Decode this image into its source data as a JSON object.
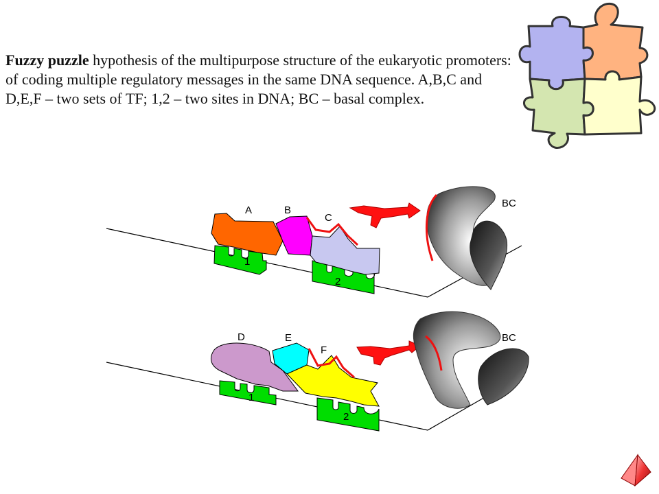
{
  "caption": {
    "bold": "Fuzzy puzzle",
    "rest": " hypothesis of the multipurpose structure of the eukaryotic promoters: of coding multiple regulatory messages in the same DNA sequence. A,B,C and D,E,F – two sets of TF; 1,2 – two sites in DNA; BC – basal complex."
  },
  "top_diagram": {
    "factor_labels": [
      "A",
      "B",
      "C"
    ],
    "site_labels": [
      "1",
      "2"
    ],
    "complex_label": "BC"
  },
  "bottom_diagram": {
    "factor_labels": [
      "D",
      "E",
      "F"
    ],
    "site_labels": [
      "1",
      "2"
    ],
    "complex_label": "BC"
  },
  "colors": {
    "A": "#ff6600",
    "B": "#ff00ff",
    "C": "#c8c8f0",
    "D": "#cc99cc",
    "E": "#00ffff",
    "F": "#ffff00",
    "site": "#00dd00",
    "arrow": "#ff1111",
    "puzzle_blue": "#b3b3f0",
    "puzzle_orange": "#ffb380",
    "puzzle_green": "#d4e6b0",
    "puzzle_yellow": "#ffffcc"
  }
}
